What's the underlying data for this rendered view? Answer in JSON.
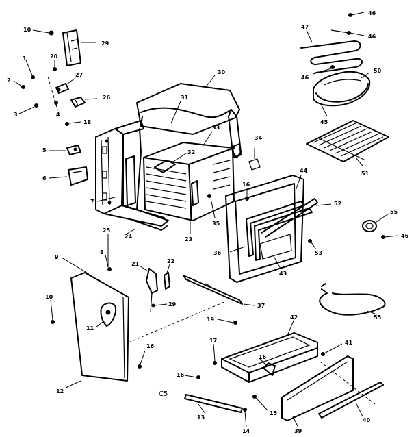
{
  "diagram": {
    "callouts": [
      "10",
      "29",
      "1",
      "20",
      "27",
      "2",
      "3",
      "4",
      "26",
      "18",
      "5",
      "6",
      "7",
      "30",
      "31",
      "33",
      "32",
      "34",
      "16",
      "25",
      "24",
      "23",
      "35",
      "44",
      "52",
      "36",
      "53",
      "43",
      "47",
      "46",
      "46",
      "46",
      "50",
      "45",
      "51",
      "55",
      "46",
      "9",
      "8",
      "21",
      "22",
      "29",
      "37",
      "19",
      "10",
      "11",
      "12",
      "16",
      "42",
      "41",
      "55",
      "16",
      "17",
      "16",
      "13",
      "14",
      "15",
      "39",
      "40"
    ],
    "code_label": "C5"
  }
}
